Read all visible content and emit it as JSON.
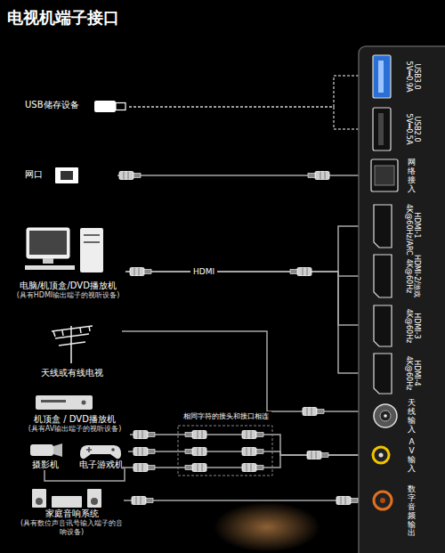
{
  "diagram": {
    "title": "电视机端子接口",
    "nodes": [
      {
        "text": [
          "USB储存设备"
        ]
      },
      {
        "text": [
          "USB3.0 5V⎓0.9A"
        ]
      },
      {
        "text": [
          "USB2.0 5V⎓0.5A"
        ]
      },
      {
        "text": [
          "网口"
        ]
      },
      {
        "text": [
          "网络接入"
        ]
      },
      {
        "text": [
          "电脑/机顶盒/DVD播放机",
          "(具有HDMI输出端子的视听设备)"
        ]
      },
      {
        "text": [
          "HDMI-1 4K@60Hz/ARC"
        ]
      },
      {
        "text": [
          "HDMI-2/游戏 4K@60Hz"
        ]
      },
      {
        "text": [
          "HDMI-3 4K@60Hz"
        ]
      },
      {
        "text": [
          "HDMI-4 4K@60Hz"
        ]
      },
      {
        "text": [
          "天线或有线电视"
        ]
      },
      {
        "text": [
          "天线输入"
        ]
      },
      {
        "text": [
          "机顶盒 / DVD播放机",
          "(具有AV输出端子的视听设备)"
        ]
      },
      {
        "text": [
          "摄影机"
        ]
      },
      {
        "text": [
          "电子游戏机"
        ]
      },
      {
        "text": [
          "AV输入"
        ]
      },
      {
        "text": [
          "家庭音响系统",
          "(具有数位声音讯号输入端子的音响设备)"
        ]
      },
      {
        "text": [
          "数字音频输出"
        ]
      }
    ],
    "edges": [
      {
        "from": 0,
        "to": 1,
        "arrow": "none"
      },
      {
        "from": 0,
        "to": 2,
        "arrow": "none"
      },
      {
        "from": 3,
        "to": 4,
        "arrow": "none"
      },
      {
        "from": 5,
        "to": 6,
        "arrow": "none"
      },
      {
        "from": 5,
        "to": 7,
        "arrow": "none"
      },
      {
        "from": 5,
        "to": 8,
        "arrow": "none"
      },
      {
        "from": 5,
        "to": 9,
        "arrow": "none"
      },
      {
        "from": 10,
        "to": 11,
        "arrow": "none"
      },
      {
        "from": 12,
        "to": 15,
        "arrow": "none"
      },
      {
        "from": 14,
        "to": 15,
        "arrow": "none"
      },
      {
        "from": 13,
        "to": 15,
        "arrow": "none"
      },
      {
        "from": 16,
        "to": 17,
        "arrow": "none"
      }
    ],
    "labels": [
      "HDMI",
      "相同字符的接头和接口相连"
    ]
  }
}
